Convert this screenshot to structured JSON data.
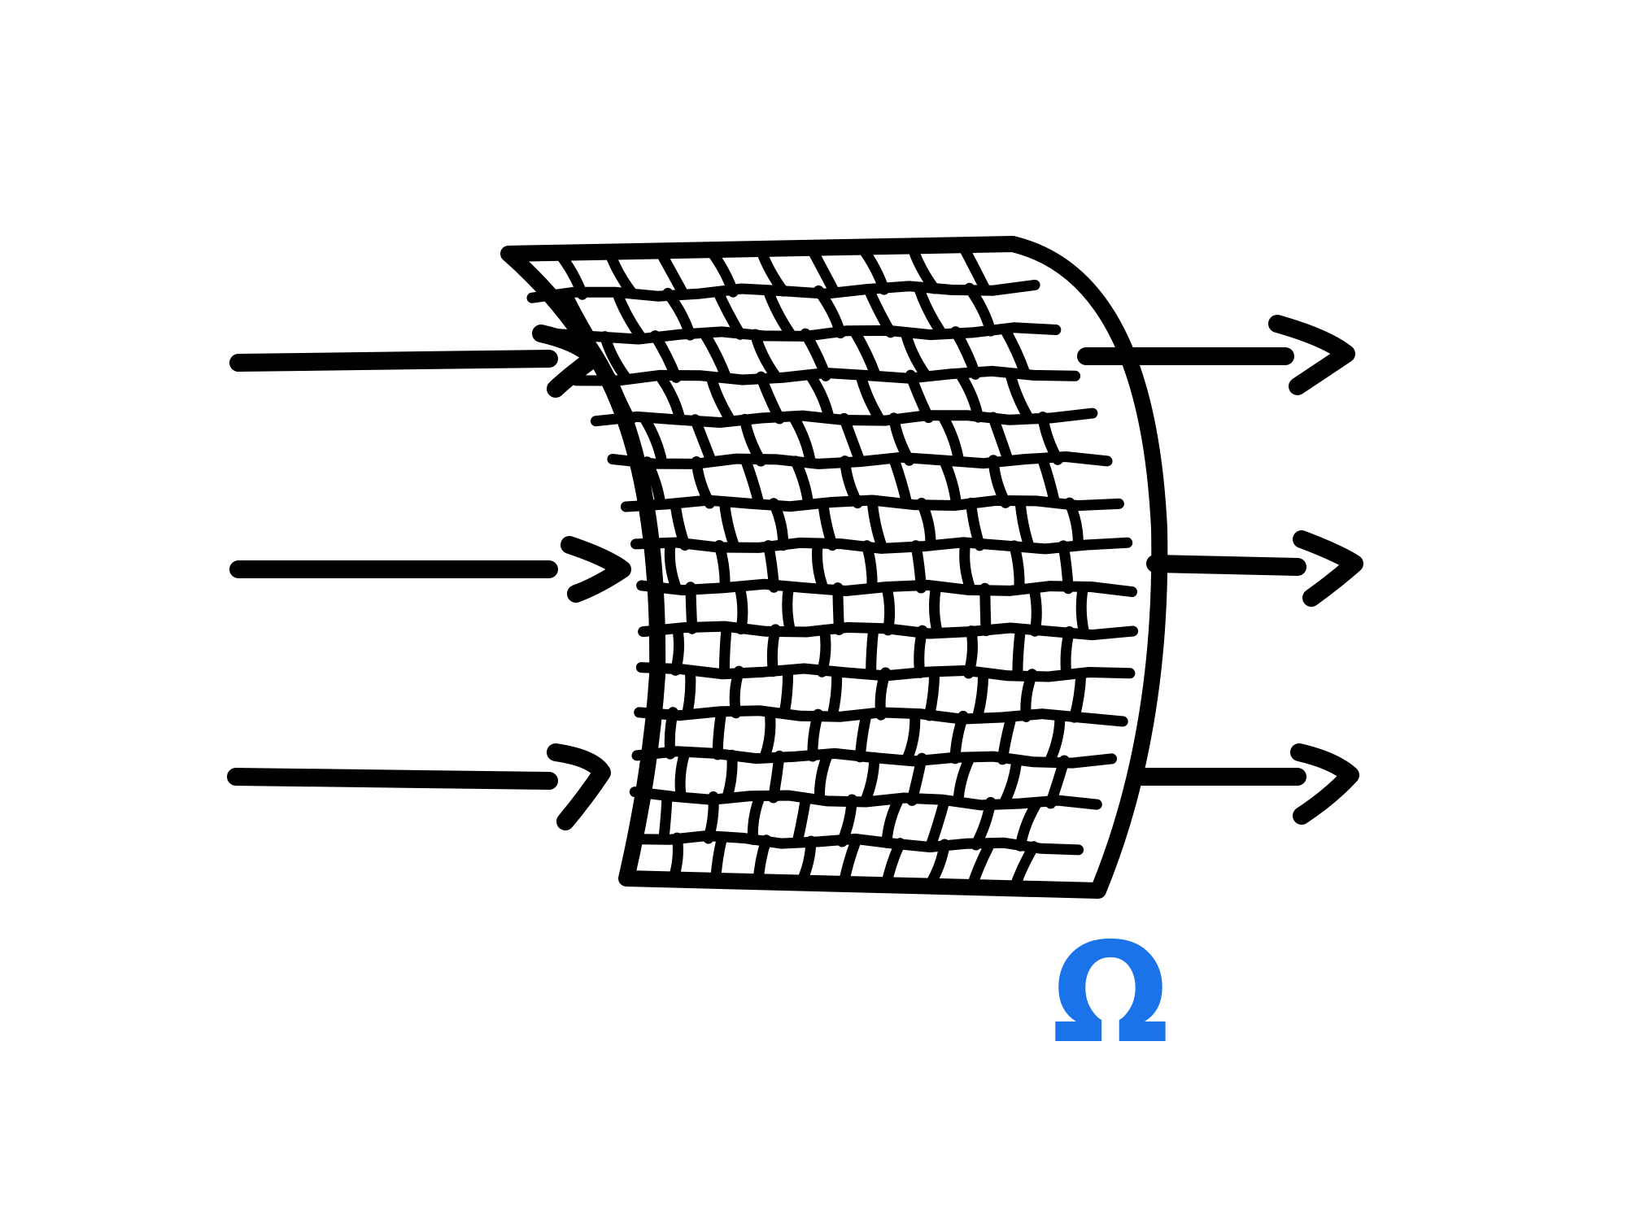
{
  "diagram": {
    "symbol": {
      "text": "Ω",
      "color": "#1a73e8",
      "icon": "omega-symbol"
    },
    "colors": {
      "ink": "#000000",
      "background": "#ffffff"
    },
    "incoming_arrow_count": 3,
    "outgoing_arrow_count": 3
  }
}
